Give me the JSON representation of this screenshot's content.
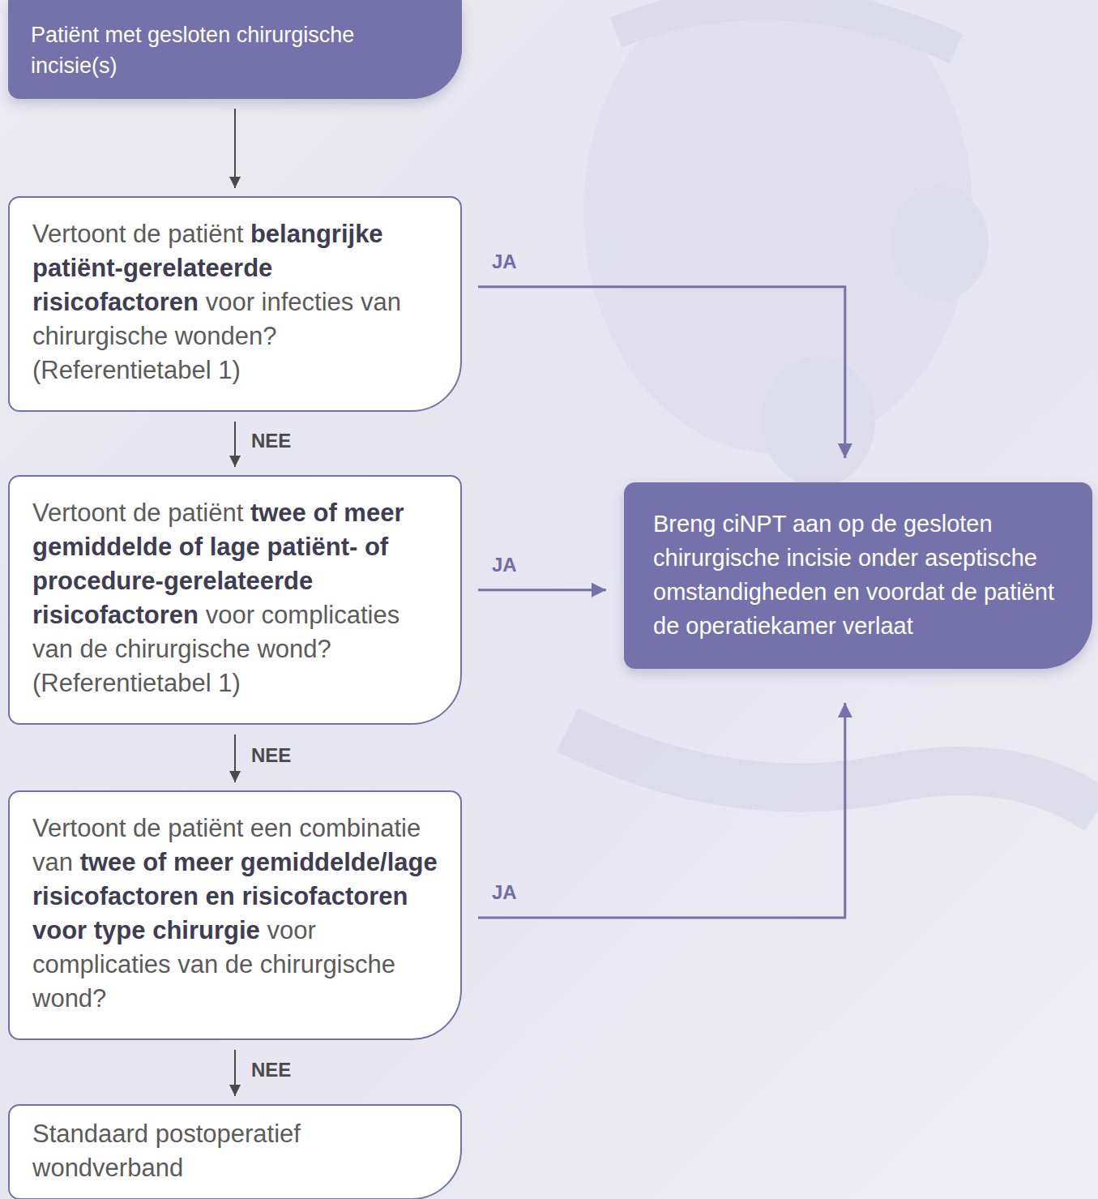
{
  "diagram": {
    "nodes": [
      {
        "text": [
          "Patiënt met gesloten chirurgische incisie(s)"
        ]
      },
      {
        "text": [
          "Vertoont de patiënt",
          "belangrijke patiënt-gerelateerde risicofactoren",
          "voor infecties van chirurgische wonden? (Referentietabel 1)"
        ]
      },
      {
        "text": [
          "Vertoont de patiënt",
          "twee of meer gemiddelde of lage patiënt- of procedure-gerelateerde risicofactoren",
          "voor complicaties van de chirurgische wond? (Referentietabel 1)"
        ]
      },
      {
        "text": [
          "Vertoont de patiënt een combinatie van",
          "twee of meer gemiddelde/lage risicofactoren en risicofactoren voor type chirurgie",
          "voor complicaties van de chirurgische wond?"
        ]
      },
      {
        "text": [
          "Standaard postoperatief wondverband"
        ]
      },
      {
        "text": [
          "Breng ciNPT aan op de gesloten chirurgische incisie onder aseptische omstandigheden en voordat de patiënt de operatiekamer verlaat"
        ]
      }
    ],
    "edges": [
      {
        "from": 0,
        "to": 1,
        "arrow": "to"
      },
      {
        "from": 1,
        "to": 2,
        "label": "NEE",
        "arrow": "to"
      },
      {
        "from": 2,
        "to": 3,
        "label": "NEE",
        "arrow": "to"
      },
      {
        "from": 3,
        "to": 4,
        "label": "NEE",
        "arrow": "to"
      },
      {
        "from": 1,
        "to": 5,
        "label": "JA",
        "arrow": "to"
      },
      {
        "from": 2,
        "to": 5,
        "label": "JA",
        "arrow": "to"
      },
      {
        "from": 3,
        "to": 5,
        "label": "JA",
        "arrow": "to"
      }
    ]
  }
}
